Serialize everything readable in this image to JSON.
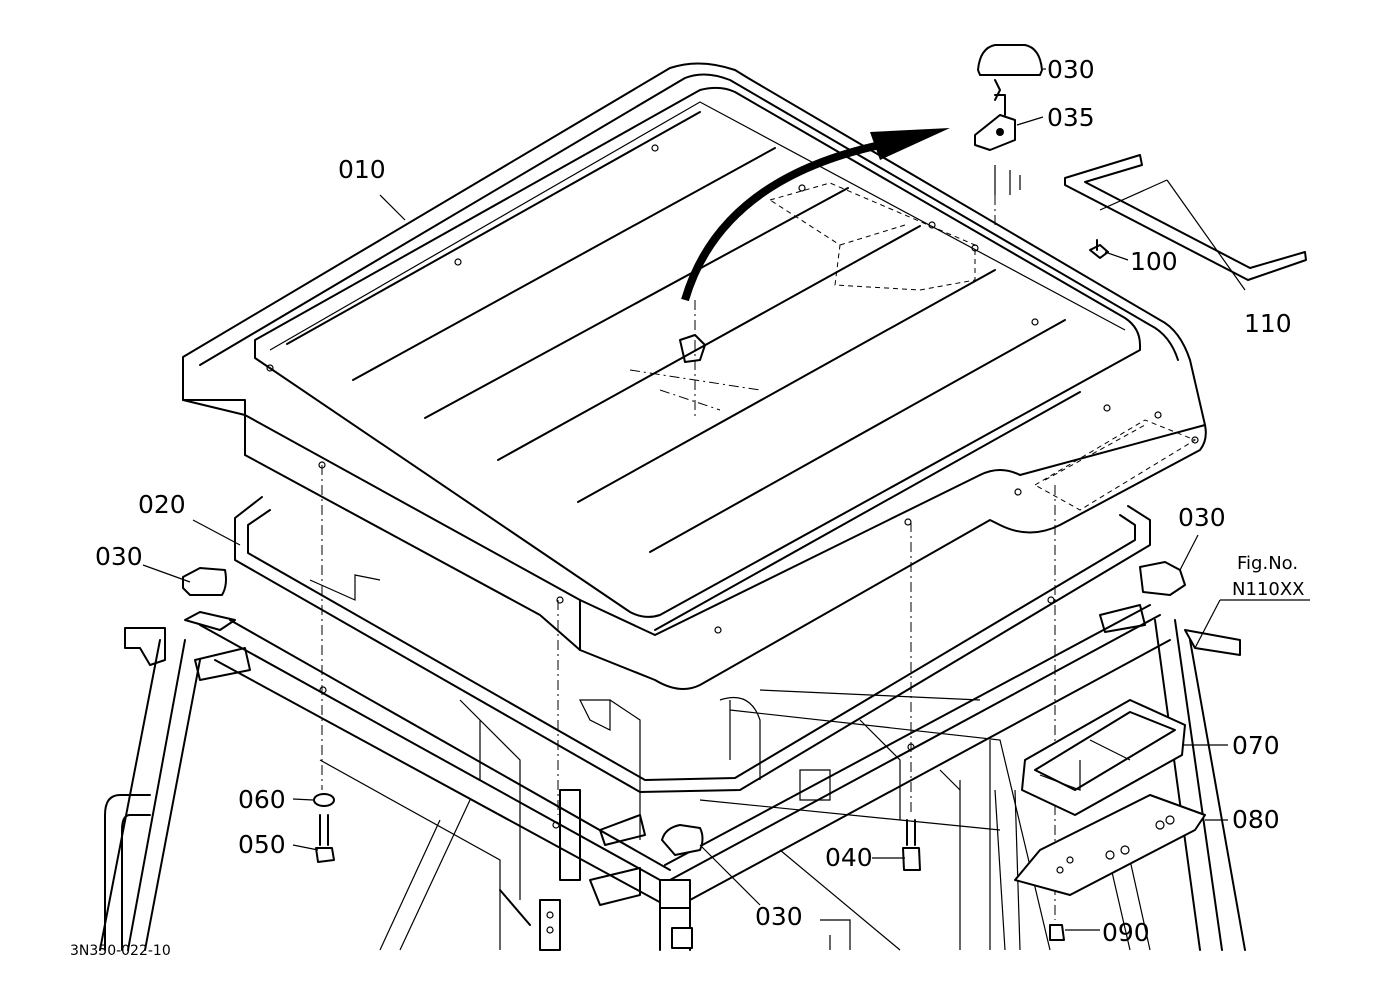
{
  "diagram": {
    "drawing_code": "3N350-022-10",
    "figure_ref": {
      "line1": "Fig.No.",
      "line2": "N110XX"
    },
    "callouts": {
      "c010": "010",
      "c020": "020",
      "c030_top": "030",
      "c030_left": "030",
      "c030_right": "030",
      "c030_bottom": "030",
      "c035": "035",
      "c040": "040",
      "c050": "050",
      "c060": "060",
      "c070": "070",
      "c080": "080",
      "c090": "090",
      "c100": "100",
      "c110": "110"
    }
  }
}
